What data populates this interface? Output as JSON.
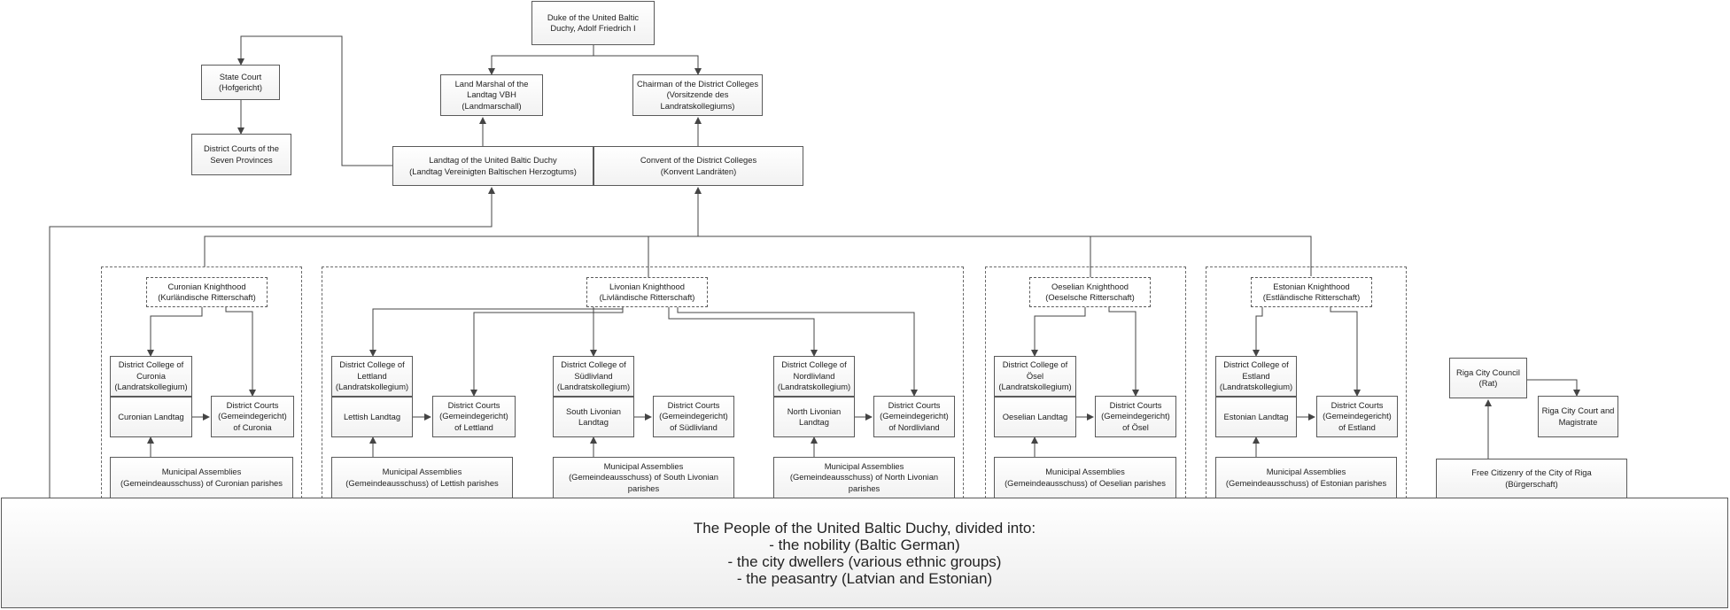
{
  "boxes": {
    "duke": "Duke of the United Baltic\nDuchy, Adolf Friedrich I",
    "state_court": "State Court\n(Hofgericht)",
    "district_courts_seven": "District Courts of the\nSeven Provinces",
    "land_marshal": "Land Marshal of the\nLandtag VBH\n(Landmarschall)",
    "chairman": "Chairman of the District Colleges\n(Vorsitzende des\nLandratskollegiums)",
    "landtag_ubd": "Landtag of the United Baltic Duchy\n(Landtag Vereinigten Baltischen Herzogtums)",
    "convent": "Convent of the District Colleges\n(Konvent Landräten)",
    "curonian_knighthood": "Curonian Knighthood\n(Kurländische Ritterschaft)",
    "livonian_knighthood": "Livonian Knighthood\n(Livländische Ritterschaft)",
    "oeselian_knighthood": "Oeselian Knighthood\n(Oeselsche Ritterschaft)",
    "estonian_knighthood": "Estonian Knighthood\n(Estländische Ritterschaft)",
    "dc_curonia": "District College of\nCuronia\n(Landratskollegium)",
    "landtag_curonia": "Curonian Landtag",
    "courts_curonia": "District Courts\n(Gemeindegericht)\nof Curonia",
    "muni_curonia": "Municipal Assemblies\n(Gemeindeausschuss) of Curonian parishes",
    "dc_lettland": "District College of\nLettland\n(Landratskollegium)",
    "landtag_lettland": "Lettish Landtag",
    "courts_lettland": "District Courts\n(Gemeindegericht)\nof Lettland",
    "muni_lettland": "Municipal Assemblies\n(Gemeindeausschuss) of Lettish parishes",
    "dc_sudlivland": "District College of\nSüdlivland\n(Landratskollegium)",
    "landtag_sudlivland": "South Livonian\nLandtag",
    "courts_sudlivland": "District Courts\n(Gemeindegericht)\nof Südlivland",
    "muni_sudlivland": "Municipal Assemblies\n(Gemeindeausschuss) of South Livonian\nparishes",
    "dc_nordlivland": "District College of\nNordlivland\n(Landratskollegium)",
    "landtag_nordlivland": "North Livonian\nLandtag",
    "courts_nordlivland": "District Courts\n(Gemeindegericht)\nof Nordlivland",
    "muni_nordlivland": "Municipal Assemblies\n(Gemeindeausschuss) of North Livonian\nparishes",
    "dc_osel": "District College of\nÖsel\n(Landratskollegium)",
    "landtag_osel": "Oeselian Landtag",
    "courts_osel": "District Courts\n(Gemeindegericht)\nof Ösel",
    "muni_osel": "Municipal Assemblies\n(Gemeindeausschuss) of Oeselian parishes",
    "dc_estland": "District College of\nEstland\n(Landratskollegium)",
    "landtag_estland": "Estonian Landtag",
    "courts_estland": "District Courts\n(Gemeindegericht)\nof Estland",
    "muni_estland": "Municipal Assemblies\n(Gemeindeausschuss) of Estonian parishes",
    "riga_council": "Riga City Council\n(Rat)",
    "riga_court": "Riga City Court and\nMagistrate",
    "riga_citizenry": "Free Citizenry of the City of Riga\n(Bürgerschaft)"
  },
  "people": {
    "line1": "The People of the United Baltic Duchy, divided into:",
    "line2": "- the nobility (Baltic German)",
    "line3": "- the city dwellers (various ethnic groups)",
    "line4": "- the peasantry (Latvian and Estonian)"
  },
  "colors": {
    "line": "#444444",
    "border": "#5a5a5a"
  }
}
